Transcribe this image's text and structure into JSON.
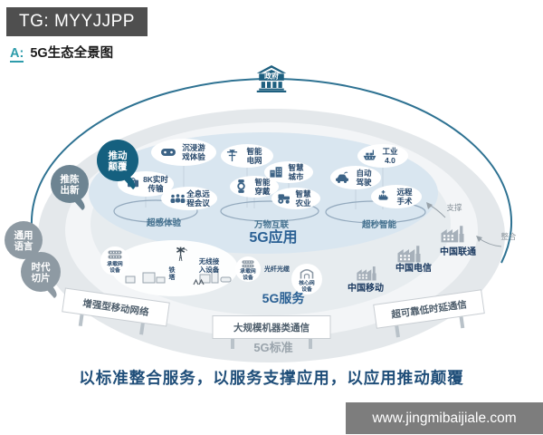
{
  "header": {
    "tag_label": "TG: MYYJJPP",
    "section_prefix": "A:",
    "section_title": "5G生态全景图"
  },
  "government_label": "政府",
  "ring_bubbles": [
    {
      "id": "disrupt",
      "lines": [
        "推动",
        "颠覆"
      ],
      "color": "#15607f"
    },
    {
      "id": "innovate",
      "lines": [
        "推陈",
        "出新"
      ],
      "color": "#6d8492"
    },
    {
      "id": "common-language",
      "lines": [
        "通用",
        "语言"
      ],
      "color": "#8e9aa3"
    },
    {
      "id": "era-slice",
      "lines": [
        "时代",
        "切片"
      ],
      "color": "#8e9aa3"
    }
  ],
  "app_layer": {
    "label": "5G应用",
    "groups": [
      {
        "label": "超感体验",
        "items": [
          {
            "icon": "gamepad-icon",
            "lines": [
              "沉浸游",
              "戏体验"
            ]
          },
          {
            "icon": "tv-icon",
            "lines": [
              "8K实时",
              "传输"
            ]
          },
          {
            "icon": "meeting-icon",
            "lines": [
              "全息远",
              "程会议"
            ]
          }
        ]
      },
      {
        "label": "万物互联",
        "items": [
          {
            "icon": "power-grid-icon",
            "lines": [
              "智能",
              "电网"
            ]
          },
          {
            "icon": "city-icon",
            "lines": [
              "智慧",
              "城市"
            ]
          },
          {
            "icon": "watch-icon",
            "lines": [
              "智能",
              "穿戴"
            ]
          },
          {
            "icon": "tractor-icon",
            "lines": [
              "智慧",
              "农业"
            ]
          }
        ]
      },
      {
        "label": "超秒智能",
        "items": [
          {
            "icon": "industry-icon",
            "lines": [
              "工业",
              "4.0"
            ]
          },
          {
            "icon": "car-icon",
            "lines": [
              "自动",
              "驾驶"
            ]
          },
          {
            "icon": "surgery-icon",
            "lines": [
              "远程",
              "手术"
            ]
          }
        ]
      }
    ]
  },
  "service_layer": {
    "label": "5G服务",
    "devices": [
      {
        "icon": "bearer-network-icon",
        "lines": [
          "承载网",
          "设备"
        ]
      },
      {
        "icon": "telecom-tower-icon",
        "lines": [
          "铁",
          "塔"
        ]
      },
      {
        "lines": [
          "无线接",
          "入设备"
        ]
      },
      {
        "icon": "bearer-network-icon",
        "lines": [
          "承载网",
          "设备"
        ]
      },
      {
        "lines": [
          "光纤光缆"
        ]
      },
      {
        "icon": "core-network-icon",
        "lines": [
          "核心网",
          "设备"
        ]
      }
    ],
    "carriers": [
      "中国移动",
      "中国电信",
      "中国联通"
    ]
  },
  "standard_layer": {
    "label": "5G标准",
    "signs": [
      "增强型移动网络",
      "大规模机器类通信",
      "超可靠低时延通信"
    ]
  },
  "connectors": {
    "support": "支撑",
    "integrate": "整合"
  },
  "tagline": "以标准整合服务，以服务支撑应用，以应用推动颠覆",
  "watermark": "www.jingmibaijiale.com",
  "colors": {
    "accent_teal": "#2e7292",
    "bubble_dark_teal": "#15607f",
    "bubble_gray": "#8e9aa3",
    "app_area_blue": "#d9e6f0",
    "layer_gray": "#e4e8eb",
    "label_blue": "#2a6094",
    "carrier_navy": "#17365d",
    "tagline_blue": "#1f4e79",
    "standard_gray": "#9aa4ac",
    "header_box_gray": "#4f4f4f",
    "watermark_gray": "#7d7d7d",
    "section_prefix_teal": "#2e9cab"
  }
}
